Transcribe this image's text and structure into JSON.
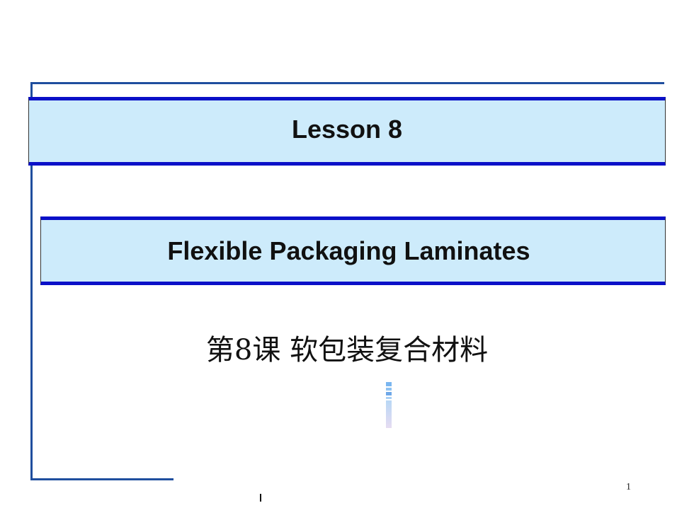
{
  "slide": {
    "lesson_label": "Lesson 8",
    "english_title": "Flexible Packaging Laminates",
    "chinese_title": "第8课 软包装复合材料",
    "page_number": "1"
  },
  "colors": {
    "frame": "#1f4e9e",
    "banner_fill": "#cdebfb",
    "banner_border": "#0a10c8"
  }
}
